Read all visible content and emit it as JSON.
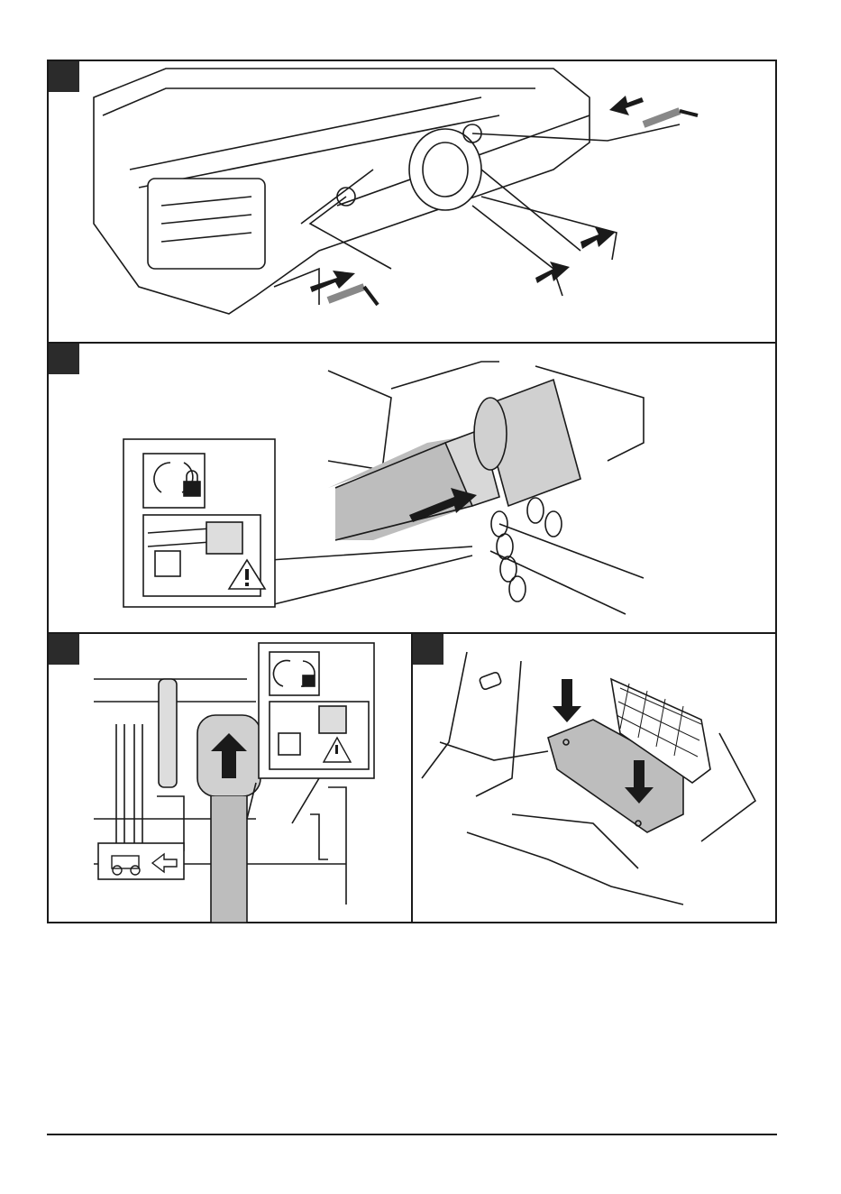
{
  "page": {
    "panels": [
      {
        "id": "panel-1",
        "content": "pin-removal-illustration"
      },
      {
        "id": "panel-2",
        "content": "pto-shaft-chain-illustration"
      },
      {
        "id": "panel-3",
        "content": "pto-connect-illustration"
      },
      {
        "id": "panel-4",
        "content": "cover-plate-illustration"
      }
    ],
    "icons": [
      "rotation-lock-icon",
      "warning-triangle-icon",
      "tractor-icon",
      "arrow-left-icon"
    ],
    "colors": {
      "line": "#1a1a1a",
      "shade": "#bdbdbd",
      "tag": "#2b2b2b"
    }
  }
}
